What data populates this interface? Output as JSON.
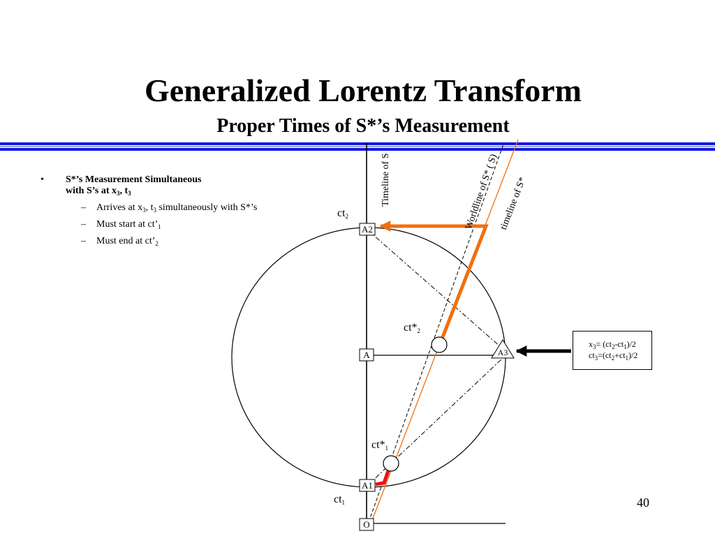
{
  "slide": {
    "title": "Generalized Lorentz Transform",
    "subtitle": "Proper Times of S*’s Measurement",
    "page_number": "40"
  },
  "bullets": {
    "main": {
      "line1": "S*’s Measurement Simultaneous",
      "line2_prefix": "with S’s at x",
      "sub_a": "3",
      "sep": ", t",
      "sub_b": "3"
    },
    "items": [
      {
        "prefix": "Arrives at x",
        "s1": "3",
        "mid": ", t",
        "s2": "3",
        "suffix": " simultaneously with S*’s"
      },
      {
        "prefix": "Must start at ct’",
        "s1": "1"
      },
      {
        "prefix": "Must end at ct’",
        "s1": "2"
      }
    ]
  },
  "diagram": {
    "points": {
      "A2": "A2",
      "A": "A",
      "A3": "A3",
      "A1": "A1",
      "O": "O"
    },
    "labels": {
      "ct2": {
        "base": "ct",
        "sub": "2"
      },
      "ct1": {
        "base": "ct",
        "sub": "1"
      },
      "ctstar2": {
        "base": "ct*",
        "sub": "2"
      },
      "ctstar1": {
        "base": "ct*",
        "sub": "1"
      },
      "timeline_s": "Timeline of S",
      "worldline": "Worldline of S* ( S)",
      "timeline_sstar": "timeline of S*"
    },
    "formula": {
      "line1": {
        "a": "x",
        "a_sub": "3",
        "b": "= (ct",
        "b_sub": "2",
        "c": "-ct",
        "c_sub": "1",
        "d": ")/2"
      },
      "line2": {
        "a": "ct",
        "a_sub": "3",
        "b": "=(ct",
        "b_sub": "2",
        "c": "+ct",
        "c_sub": "1",
        "d": ")/2"
      }
    },
    "colors": {
      "orange": "#f07010",
      "red": "#ee1010",
      "blue": "#1018e6"
    }
  }
}
